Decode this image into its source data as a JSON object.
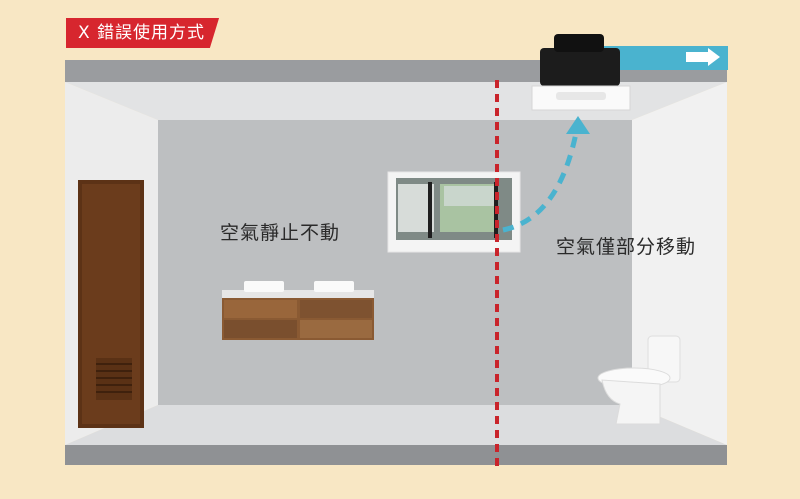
{
  "badge": {
    "mark": "X",
    "text": "錯誤使用方式"
  },
  "labels": {
    "left_room": "空氣靜止不動",
    "right_room": "空氣僅部分移動"
  },
  "colors": {
    "background": "#f8e7c4",
    "badge": "#d7262e",
    "divider": "#c9242b",
    "airflow": "#4ab3cf",
    "back_wall": "#bcbec0",
    "floor": "#9c9ea1"
  }
}
